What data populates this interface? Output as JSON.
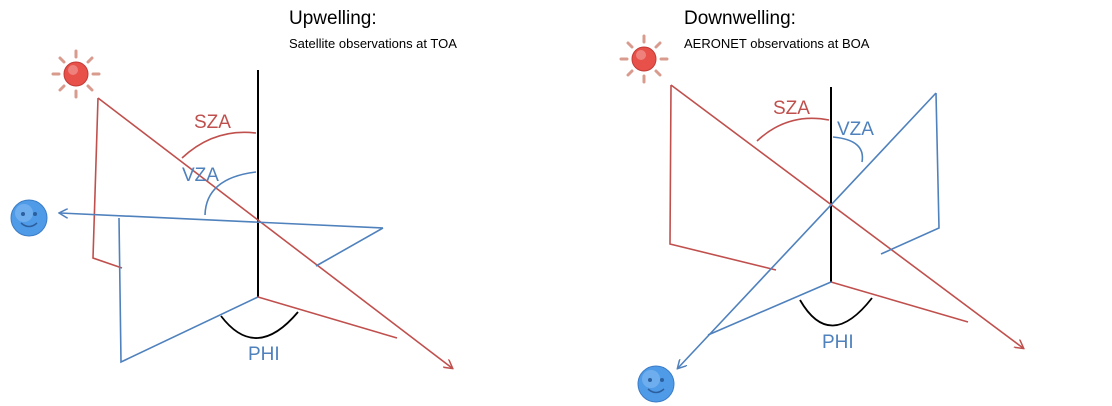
{
  "colors": {
    "sun_ray": "#c0504d",
    "view_ray": "#4f81bd",
    "axis": "#000000",
    "sun_fill": "#e8504a",
    "sun_spikes": "#d89b8e",
    "observer_fill": "#4f9be8"
  },
  "icons": {
    "sun": "sun-icon",
    "observer": "smiley-face-icon"
  },
  "panels": [
    {
      "title": "Upwelling:",
      "subtitle": "Satellite observations at TOA",
      "labels": {
        "sza": "SZA",
        "vza": "VZA",
        "phi": "PHI"
      }
    },
    {
      "title": "Downwelling:",
      "subtitle": "AERONET observations at BOA",
      "labels": {
        "sza": "SZA",
        "vza": "VZA",
        "phi": "PHI"
      }
    }
  ]
}
